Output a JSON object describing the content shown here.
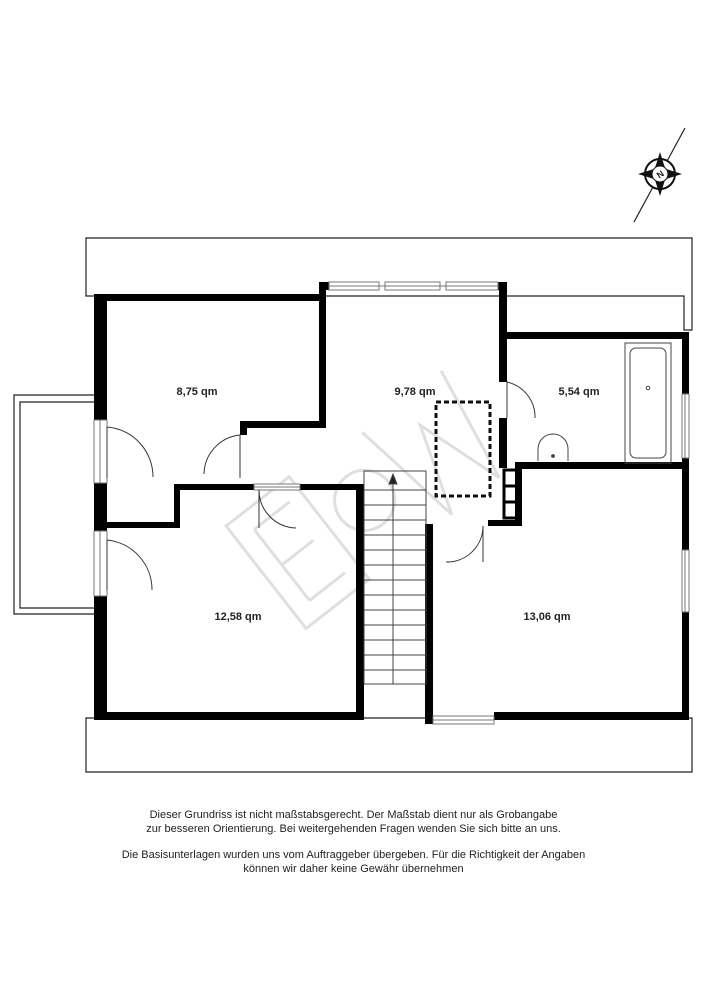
{
  "rooms": {
    "room_top_left": "8,75 qm",
    "room_hall": "9,78 qm",
    "room_bath": "5,54 qm",
    "room_bottom_left": "12,58 qm",
    "room_bottom_right": "13,06 qm"
  },
  "compass": {
    "letter": "N"
  },
  "watermark": "E&W",
  "disclaimer": {
    "line1": "Dieser Grundriss ist nicht maßstabsgerecht. Der Maßstab dient nur als Grobangabe",
    "line2": "zur besseren Orientierung. Bei weitergehenden Fragen wenden Sie sich bitte an uns.",
    "line3": "Die Basisunterlagen wurden uns vom Auftraggeber übergeben. Für die Richtigkeit der Angaben",
    "line4": "können wir daher keine Gewähr übernehmen"
  },
  "colors": {
    "wall": "#000000",
    "thin": "#222222",
    "window": "#999999",
    "watermark": "#dddddd"
  }
}
